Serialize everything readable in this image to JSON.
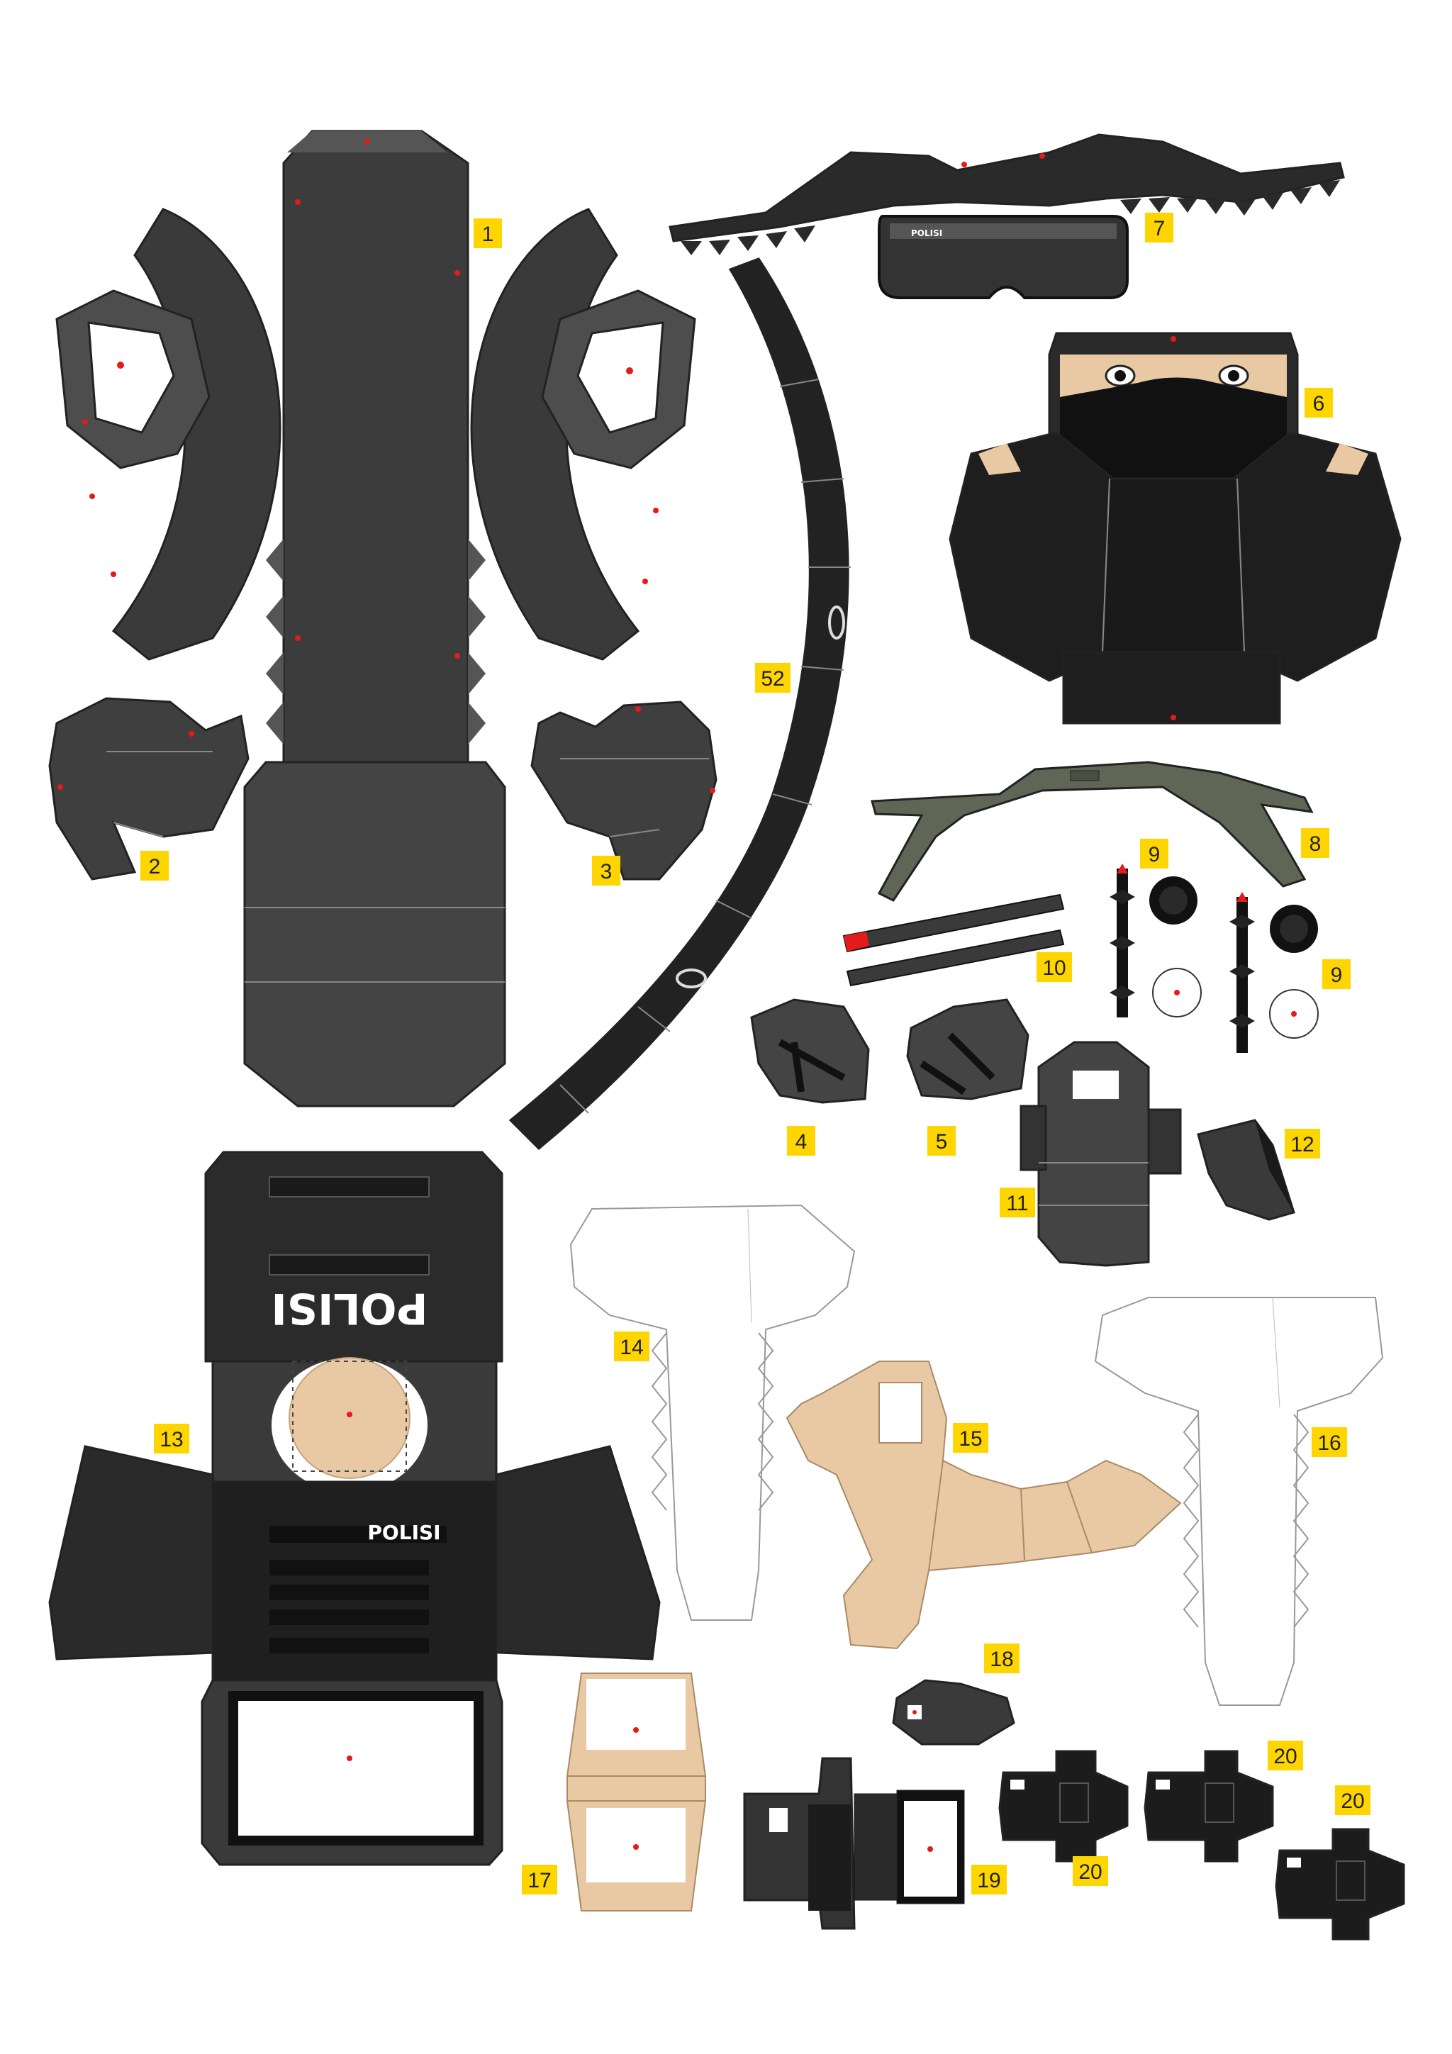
{
  "sheet": {
    "background": "#ffffff",
    "colors": {
      "body_dark": "#2b2b2b",
      "body_mid": "#4a4a4a",
      "body_light": "#6b6b6b",
      "skin": "#e8c9a3",
      "olive": "#5f6656",
      "label_bg": "#ffd500",
      "dot": "#e21b1b"
    }
  },
  "labels": {
    "p1": "1",
    "p2": "2",
    "p3": "3",
    "p4": "4",
    "p5": "5",
    "p6": "6",
    "p7": "7",
    "p8": "8",
    "p9a": "9",
    "p9b": "9",
    "p10": "10",
    "p11": "11",
    "p12": "12",
    "p13": "13",
    "p14": "14",
    "p15": "15",
    "p16": "16",
    "p17": "17",
    "p18": "18",
    "p19": "19",
    "p20a": "20",
    "p20b": "20",
    "p20c": "20",
    "p52": "52"
  },
  "printed_text": {
    "goggles_brand": "POLISI",
    "vest_back": "POLISI",
    "vest_front": "POLISI"
  }
}
